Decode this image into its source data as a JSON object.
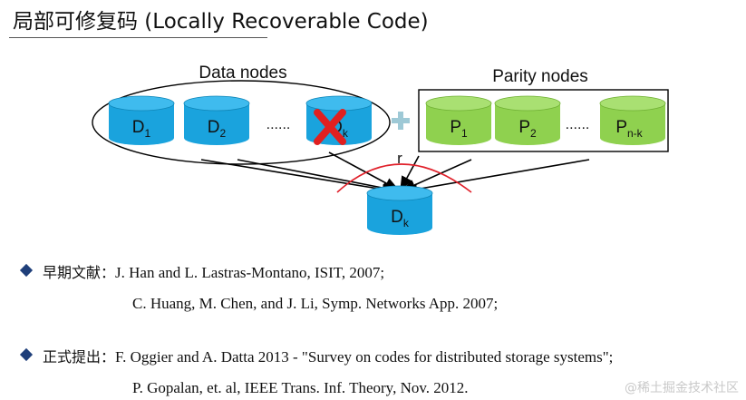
{
  "title": "局部可修复码 (Locally Recoverable Code)",
  "diagram": {
    "data_nodes_label": "Data nodes",
    "parity_nodes_label": "Parity nodes",
    "data_nodes": [
      {
        "base": "D",
        "sub": "1",
        "failed": false
      },
      {
        "base": "D",
        "sub": "2",
        "failed": false
      },
      {
        "base": "D",
        "sub": "k",
        "failed": true
      }
    ],
    "data_ellipsis": "......",
    "parity_nodes": [
      {
        "base": "P",
        "sub": "1"
      },
      {
        "base": "P",
        "sub": "2"
      },
      {
        "base": "P",
        "sub": "n-k"
      }
    ],
    "parity_ellipsis": "......",
    "plus_symbol": "+",
    "repair_label": "r",
    "recovered_node": {
      "base": "D",
      "sub": "k"
    },
    "colors": {
      "data_node": "#1aa3dd",
      "data_node_top": "#3fbbee",
      "parity_node": "#8fd14f",
      "parity_node_top": "#a9e072",
      "plus": "#9ec9d6",
      "failure_x": "#e02020",
      "arc": "#e0202a",
      "arrows": "#000000"
    }
  },
  "references": [
    {
      "head": "早期文献：",
      "lines": [
        "J. Han and L. Lastras-Montano, ISIT, 2007;",
        "C. Huang, M. Chen, and J. Li, Symp. Networks App. 2007;"
      ]
    },
    {
      "head": "正式提出：",
      "lines": [
        "F. Oggier and A. Datta 2013 - \"Survey on codes for distributed storage systems\";",
        "P. Gopalan, et. al, IEEE Trans. Inf. Theory, Nov. 2012."
      ]
    }
  ],
  "watermark": "@稀土掘金技术社区"
}
